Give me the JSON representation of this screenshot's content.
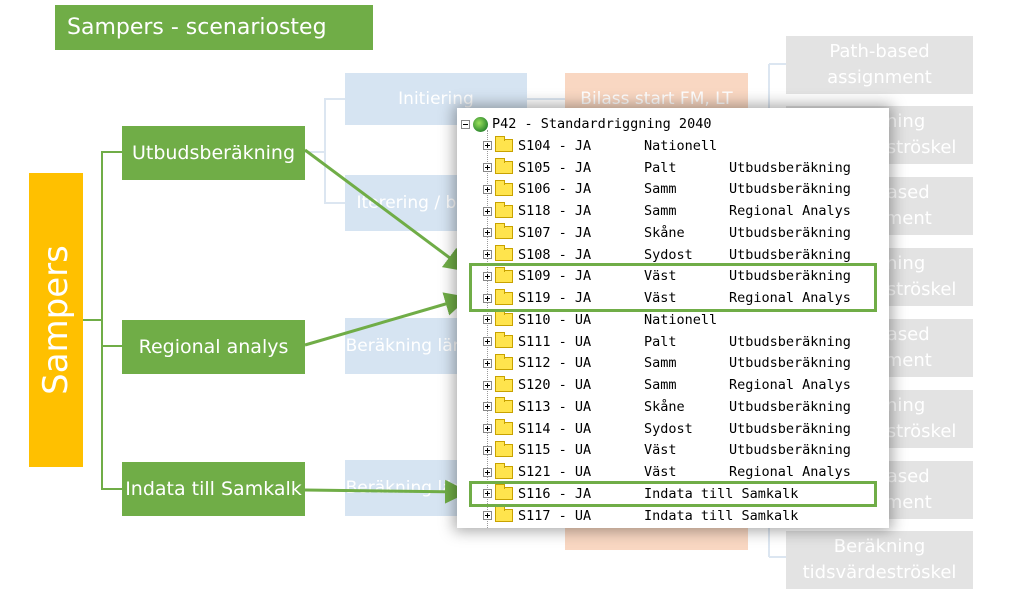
{
  "title": "Sampers - scenariosteg",
  "root_label": "Sampers",
  "categories": {
    "utbud": "Utbudsberäkning",
    "regional": "Regional analys",
    "indata": "Indata till Samkalk"
  },
  "background_boxes": {
    "initiering": "Initiering",
    "iterering": "Iterering / bilutbud",
    "berakning1": "Beräkning länkflöden",
    "berakning2": "Beräkning länkflöden",
    "bilass": "Bilass start FM, LT",
    "path1": "Path-based assignment",
    "right2": "Beräkning tidsvärdeströskel",
    "right3": "Path-based assignment",
    "right4": "Beräkning tidsvärdeströskel",
    "right5": "Path-based assignment",
    "right6": "Beräkning tidsvärdeströskel",
    "right7": "Path-based assignment",
    "right8": "Beräkning tidsvärdeströskel"
  },
  "tree": {
    "root": "P42 - Standardriggning 2040",
    "rows": [
      {
        "id": "S104 - JA",
        "region": "Nationell",
        "type": ""
      },
      {
        "id": "S105 - JA",
        "region": "Palt",
        "type": "Utbudsberäkning"
      },
      {
        "id": "S106 - JA",
        "region": "Samm",
        "type": "Utbudsberäkning"
      },
      {
        "id": "S118 - JA",
        "region": "Samm",
        "type": "Regional Analys"
      },
      {
        "id": "S107 - JA",
        "region": "Skåne",
        "type": "Utbudsberäkning"
      },
      {
        "id": "S108 - JA",
        "region": "Sydost",
        "type": "Utbudsberäkning"
      },
      {
        "id": "S109 - JA",
        "region": "Väst",
        "type": "Utbudsberäkning"
      },
      {
        "id": "S119 - JA",
        "region": "Väst",
        "type": "Regional Analys"
      },
      {
        "id": "S110 - UA",
        "region": "Nationell",
        "type": ""
      },
      {
        "id": "S111 - UA",
        "region": "Palt",
        "type": "Utbudsberäkning"
      },
      {
        "id": "S112 - UA",
        "region": "Samm",
        "type": "Utbudsberäkning"
      },
      {
        "id": "S120 - UA",
        "region": "Samm",
        "type": "Regional Analys"
      },
      {
        "id": "S113 - UA",
        "region": "Skåne",
        "type": "Utbudsberäkning"
      },
      {
        "id": "S114 - UA",
        "region": "Sydost",
        "type": "Utbudsberäkning"
      },
      {
        "id": "S115 - UA",
        "region": "Väst",
        "type": "Utbudsberäkning"
      },
      {
        "id": "S121 - UA",
        "region": "Väst",
        "type": "Regional Analys"
      },
      {
        "id": "S116 - JA",
        "region": "Indata till Samkalk",
        "type": ""
      },
      {
        "id": "S117 - UA",
        "region": "Indata till Samkalk",
        "type": ""
      }
    ]
  },
  "colors": {
    "accent_green": "#70ad47",
    "sampers_yellow": "#ffc000"
  }
}
